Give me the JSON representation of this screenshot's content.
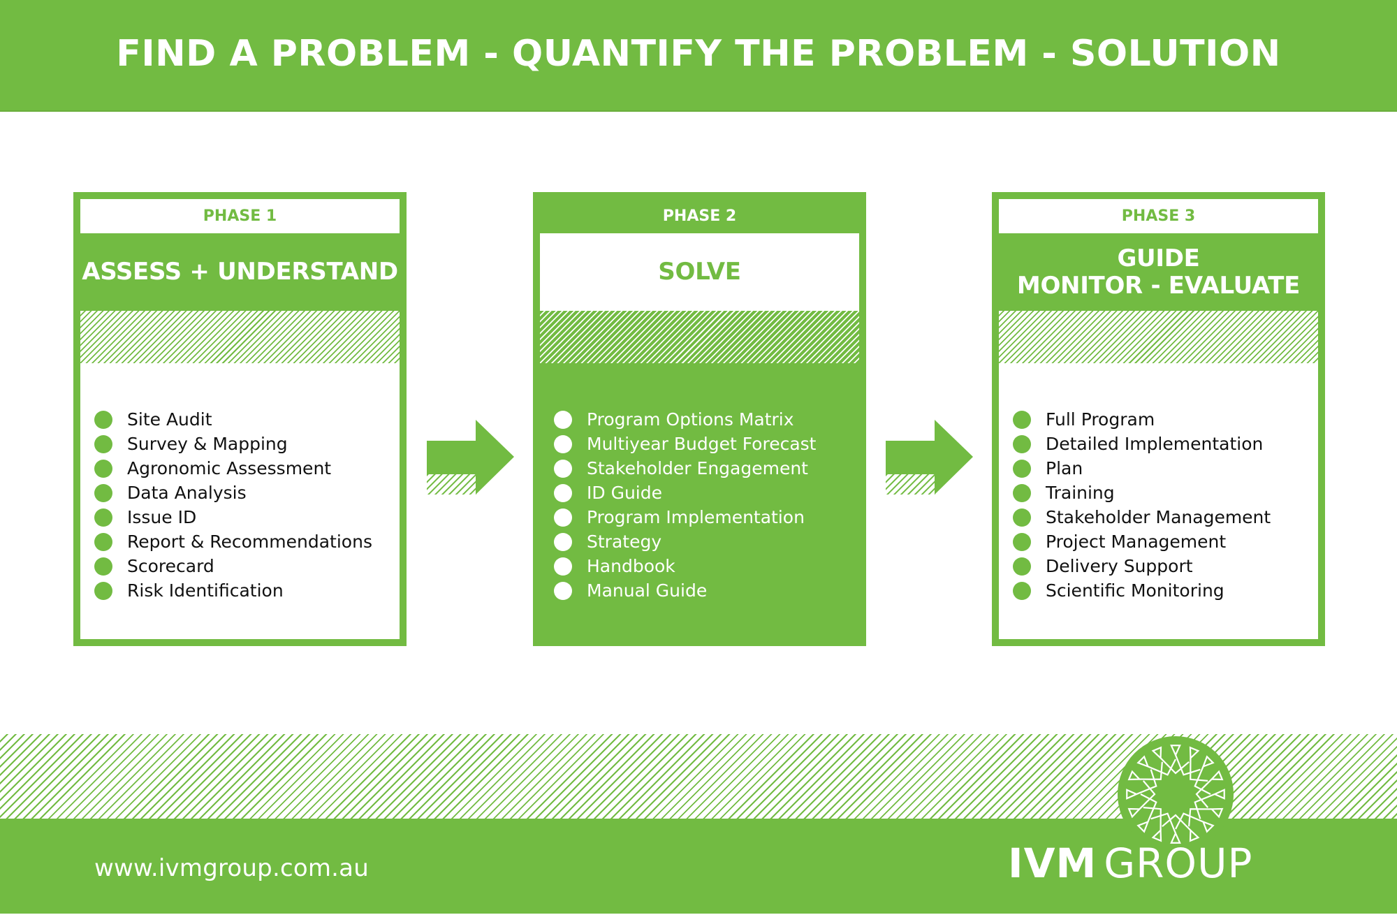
{
  "header": {
    "title": "FIND A PROBLEM - QUANTIFY THE PROBLEM - SOLUTION"
  },
  "theme": {
    "brand_green": "#72bb42",
    "white": "#ffffff",
    "text_dark": "#111111"
  },
  "phases": [
    {
      "phase_label": "PHASE 1",
      "title_lines": [
        "ASSESS + UNDERSTAND"
      ],
      "items": [
        "Site Audit",
        "Survey & Mapping",
        "Agronomic Assessment",
        "Data Analysis",
        "Issue ID",
        "Report & Recommendations",
        "Scorecard",
        "Risk Identification"
      ]
    },
    {
      "phase_label": "PHASE 2",
      "title_lines": [
        "SOLVE"
      ],
      "items": [
        "Program Options Matrix",
        "Multiyear Budget Forecast",
        "Stakeholder Engagement",
        "ID Guide",
        "Program Implementation",
        "Strategy",
        "Handbook",
        "Manual Guide"
      ]
    },
    {
      "phase_label": "PHASE 3",
      "title_lines": [
        "GUIDE",
        "MONITOR - EVALUATE"
      ],
      "items": [
        "Full Program",
        "Detailed Implementation",
        "Plan",
        "Training",
        "Stakeholder Management",
        "Project Management",
        "Delivery Support",
        "Scientific Monitoring"
      ]
    }
  ],
  "connectors": [
    {
      "icon": "arrow-right-icon",
      "from": "PHASE 1",
      "to": "PHASE 2"
    },
    {
      "icon": "arrow-right-icon",
      "from": "PHASE 2",
      "to": "PHASE 3"
    }
  ],
  "footer": {
    "website": "www.ivmgroup.com.au",
    "logo": {
      "icon": "starburst-emblem-icon",
      "word_strong": "IVM",
      "word_light": "GROUP"
    }
  }
}
